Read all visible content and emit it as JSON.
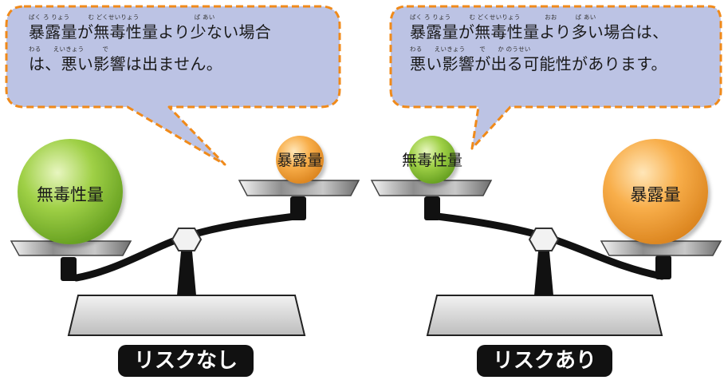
{
  "left": {
    "bubble": {
      "ruby_line1": "ばく ろ りょう　　　む どくせいりょう　　　　　　　　　ば あい",
      "line1": "暴露量が無毒性量より少ない場合",
      "ruby_line2": "わる　　えいきょう　　　で",
      "line2": "は、悪い影響は出ません。"
    },
    "heavy_ball_label": "無毒性量",
    "light_ball_label": "暴露量",
    "risk_label": "リスクなし"
  },
  "right": {
    "bubble": {
      "ruby_line1": "ばく ろ りょう　　　む どくせいりょう　　　　おお　　　ば あい",
      "line1": "暴露量が無毒性量より多い場合は、",
      "ruby_line2": "わる　　えいきょう　　 で　　か のうせい",
      "line2": "悪い影響が出る可能性があります。"
    },
    "light_ball_label": "無毒性量",
    "heavy_ball_label": "暴露量",
    "risk_label": "リスクあり"
  },
  "colors": {
    "green": "#8cc43a",
    "orange": "#f5a640",
    "bubble_fill": "#bcc3e4",
    "bubble_border": "#f08a1a",
    "scale_dark": "#111111"
  }
}
